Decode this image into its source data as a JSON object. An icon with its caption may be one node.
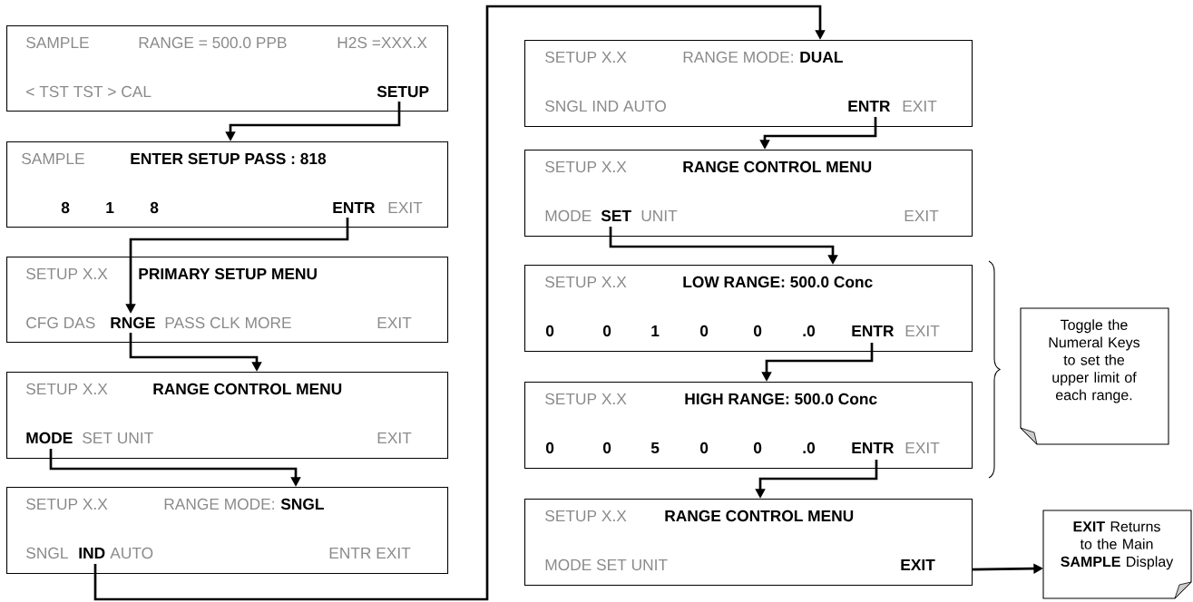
{
  "diagram": {
    "nodes": [
      {
        "text": [
          "SAMPLE",
          "RANGE = 500.0 PPB",
          "H2S =XXX.X",
          "< TST TST > CAL",
          "SETUP"
        ]
      },
      {
        "text": [
          "SAMPLE",
          "ENTER SETUP PASS : 818",
          "8",
          "1",
          "8",
          "ENTR",
          "EXIT"
        ]
      },
      {
        "text": [
          "SETUP X.X",
          "PRIMARY SETUP MENU",
          "CFG DAS",
          "RNGE",
          "PASS CLK MORE",
          "EXIT"
        ]
      },
      {
        "text": [
          "SETUP X.X",
          "RANGE CONTROL MENU",
          "MODE",
          "SET UNIT",
          "EXIT"
        ]
      },
      {
        "text": [
          "SETUP X.X",
          "RANGE MODE:",
          "SNGL",
          "SNGL",
          "IND",
          "AUTO",
          "ENTR EXIT"
        ]
      },
      {
        "text": [
          "SETUP X.X",
          "RANGE MODE:",
          "DUAL",
          "SNGL IND AUTO",
          "ENTR",
          "EXIT"
        ]
      },
      {
        "text": [
          "SETUP X.X",
          "RANGE CONTROL MENU",
          "MODE",
          "SET",
          "UNIT",
          "EXIT"
        ]
      },
      {
        "text": [
          "SETUP X.X",
          "LOW RANGE: 500.0 Conc",
          "0",
          "0",
          "1",
          "0",
          "0",
          ".0",
          "ENTR",
          "EXIT"
        ]
      },
      {
        "text": [
          "SETUP X.X",
          "HIGH RANGE: 500.0 Conc",
          "0",
          "0",
          "5",
          "0",
          "0",
          ".0",
          "ENTR",
          "EXIT"
        ]
      },
      {
        "text": [
          "SETUP X.X",
          "RANGE CONTROL MENU",
          "MODE SET UNIT",
          "EXIT"
        ]
      },
      {
        "text": [
          "Toggle the Numeral Keys to set the upper limit of each range."
        ]
      },
      {
        "text": [
          "**EXIT** Returns to the Main **SAMPLE** Display"
        ]
      }
    ],
    "edges": [
      {
        "from": 0,
        "to": 1,
        "arrow": "to"
      },
      {
        "from": 1,
        "to": 2,
        "arrow": "to"
      },
      {
        "from": 2,
        "to": 3,
        "arrow": "to"
      },
      {
        "from": 3,
        "to": 4,
        "arrow": "to"
      },
      {
        "from": 4,
        "to": 5,
        "arrow": "to"
      },
      {
        "from": 5,
        "to": 6,
        "arrow": "to"
      },
      {
        "from": 6,
        "to": 7,
        "arrow": "to"
      },
      {
        "from": 7,
        "to": 8,
        "arrow": "to"
      },
      {
        "from": 8,
        "to": 9,
        "arrow": "to"
      },
      {
        "from": 9,
        "to": 11,
        "arrow": "to"
      }
    ]
  }
}
